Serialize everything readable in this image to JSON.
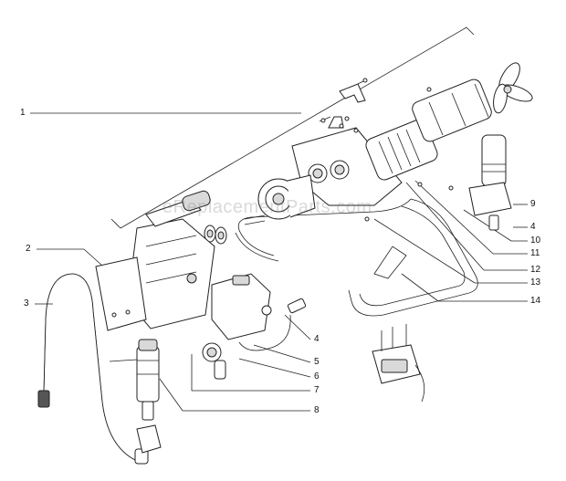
{
  "watermark": "eReplacementParts.com",
  "callouts": {
    "c1": "1",
    "c2": "2",
    "c3": "3",
    "c4a": "4",
    "c4b": "4",
    "c5": "5",
    "c6": "6",
    "c7": "7",
    "c8": "8",
    "c9": "9",
    "c10": "10",
    "c11": "11",
    "c12": "12",
    "c13": "13",
    "c14": "14"
  },
  "colors": {
    "line": "#222222",
    "watermark": "#9a9a9a",
    "background": "#ffffff"
  }
}
